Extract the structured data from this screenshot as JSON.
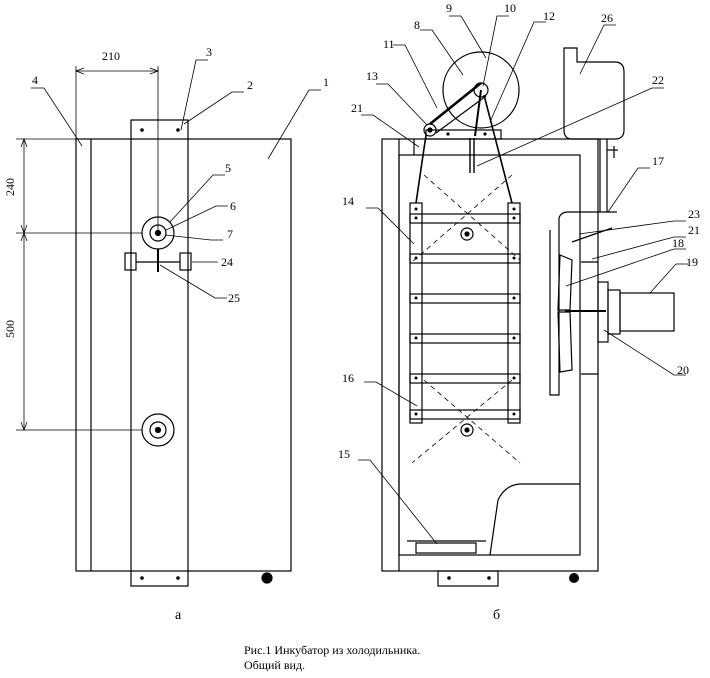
{
  "figure": {
    "caption_line1": "Рис.1 Инкубатор из холодильника.",
    "caption_line2": "Общий вид.",
    "view_a_label": "а",
    "view_b_label": "б"
  },
  "dimensions": {
    "width_210": "210",
    "height_240": "240",
    "height_500": "500"
  },
  "labels": {
    "n1": "1",
    "n2": "2",
    "n3": "3",
    "n4": "4",
    "n5": "5",
    "n6": "6",
    "n7": "7",
    "n8": "8",
    "n9": "9",
    "n10": "10",
    "n11": "11",
    "n12": "12",
    "n13": "13",
    "n14": "14",
    "n15": "15",
    "n16": "16",
    "n17": "17",
    "n18": "18",
    "n19": "19",
    "n20": "20",
    "n21a": "21",
    "n21b": "21",
    "n22": "22",
    "n23": "23",
    "n24": "24",
    "n25": "25",
    "n26": "26"
  },
  "colors": {
    "line": "#000000",
    "background": "#ffffff"
  }
}
